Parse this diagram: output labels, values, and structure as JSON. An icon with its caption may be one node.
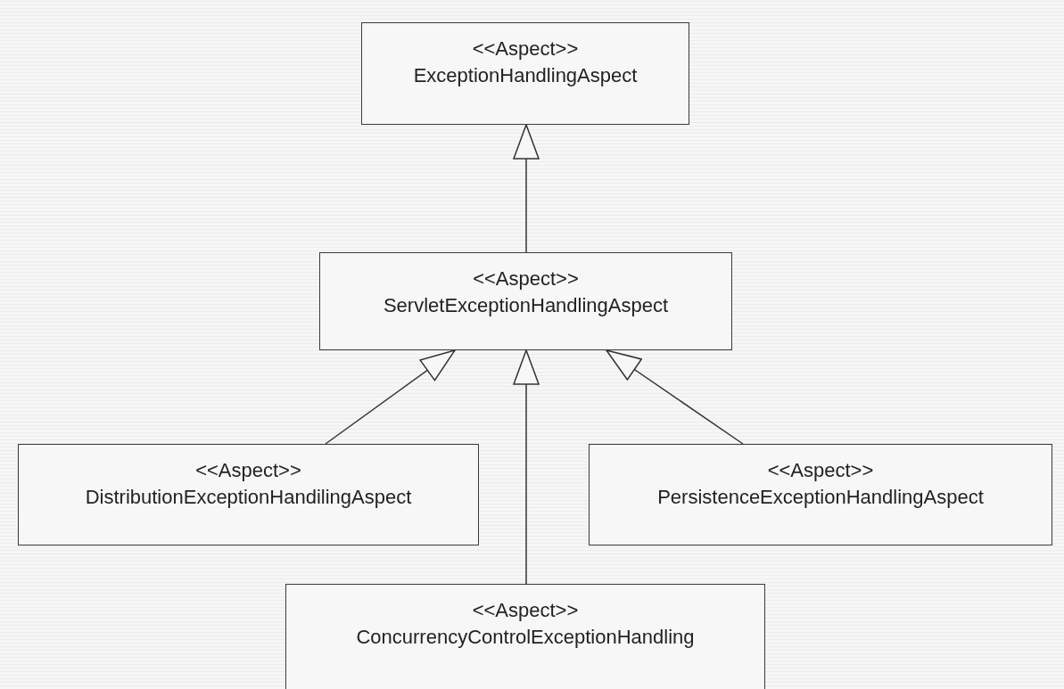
{
  "diagram": {
    "nodes": [
      {
        "text": [
          "<<Aspect>>",
          "ExceptionHandlingAspect"
        ]
      },
      {
        "text": [
          "<<Aspect>>",
          "ServletExceptionHandlingAspect"
        ]
      },
      {
        "text": [
          "<<Aspect>>",
          "DistributionExceptionHandilingAspect"
        ]
      },
      {
        "text": [
          "<<Aspect>>",
          "PersistenceExceptionHandlingAspect"
        ]
      },
      {
        "text": [
          "<<Aspect>>",
          "ConcurrencyControlExceptionHandling"
        ]
      }
    ],
    "edges": [
      {
        "from": 1,
        "to": 0,
        "arrow": "to"
      },
      {
        "from": 2,
        "to": 1,
        "arrow": "to"
      },
      {
        "from": 4,
        "to": 1,
        "arrow": "to"
      },
      {
        "from": 3,
        "to": 1,
        "arrow": "to"
      }
    ]
  }
}
